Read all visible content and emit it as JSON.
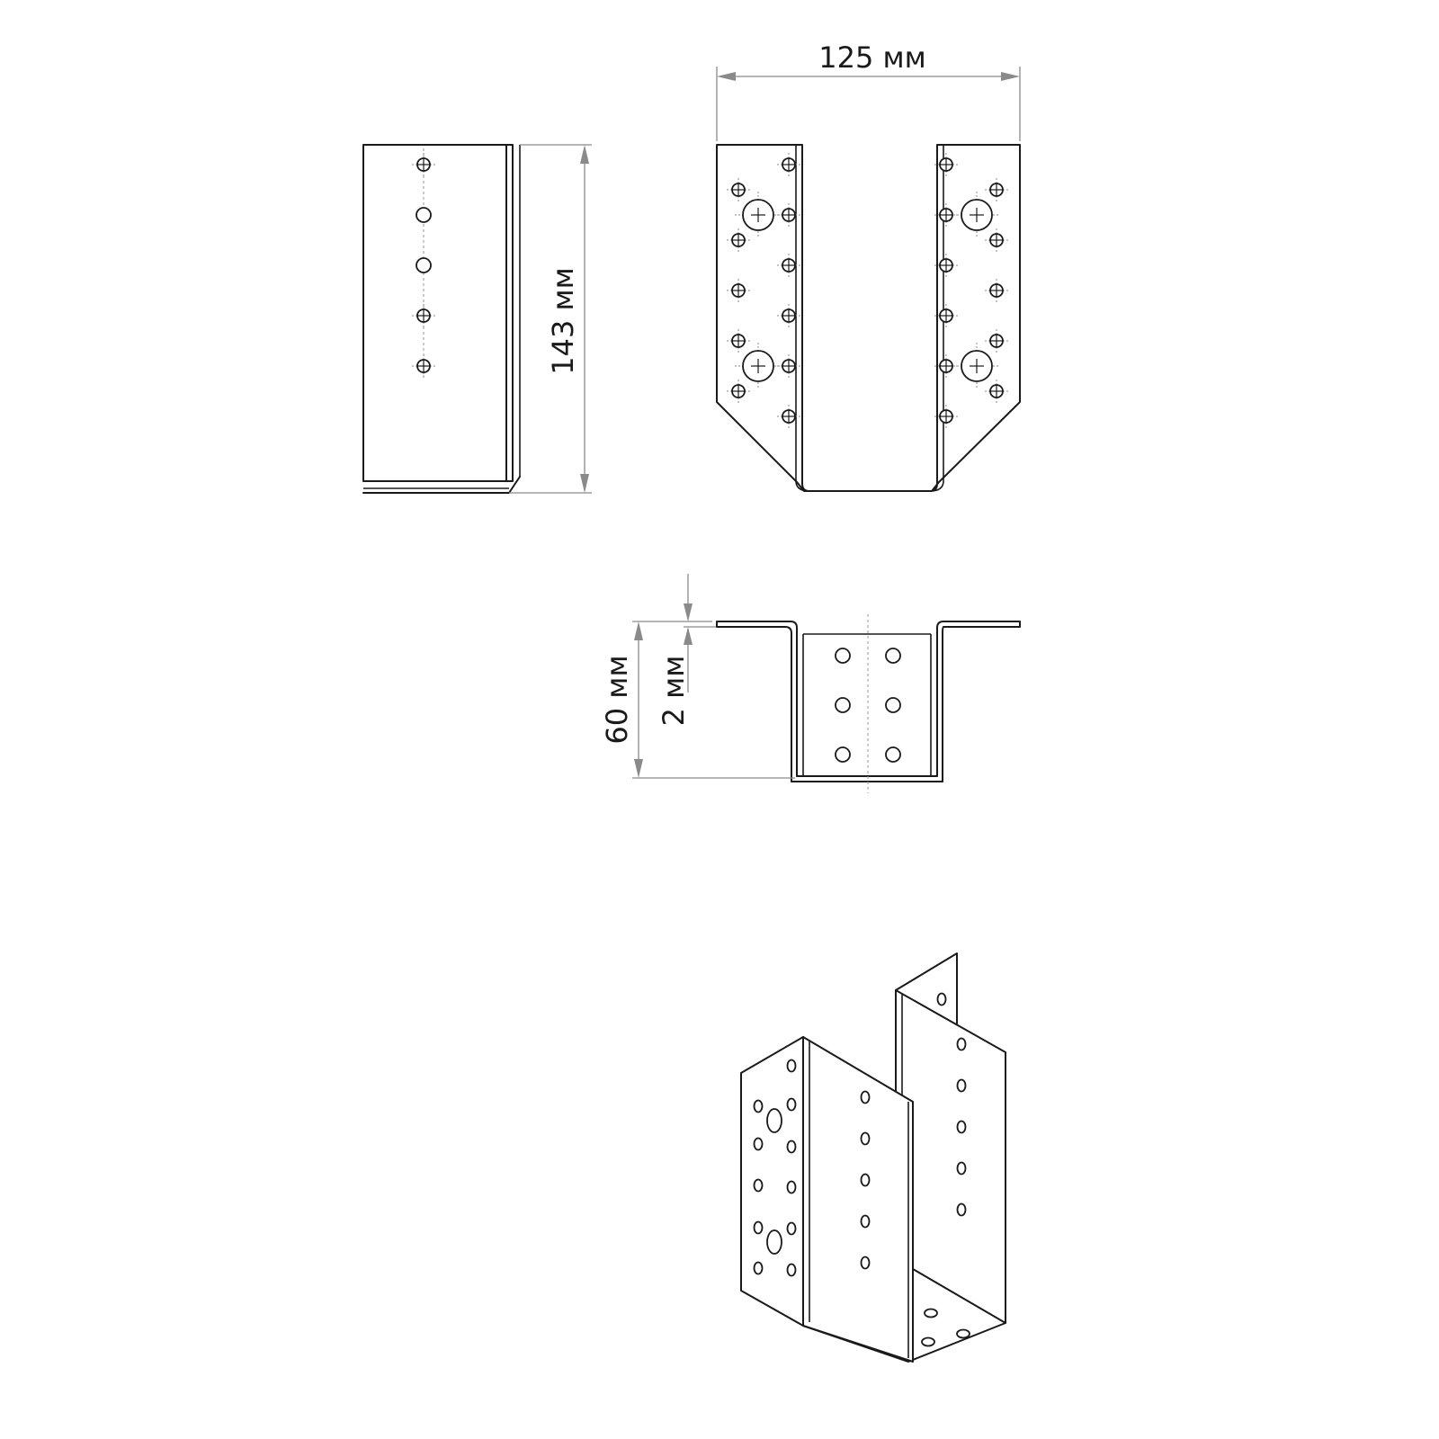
{
  "dimensions": {
    "width": "125 мм",
    "height": "143 мм",
    "depth": "60 мм",
    "thickness": "2 мм"
  },
  "views": [
    "side-view",
    "front-view",
    "top-view",
    "isometric-view"
  ]
}
